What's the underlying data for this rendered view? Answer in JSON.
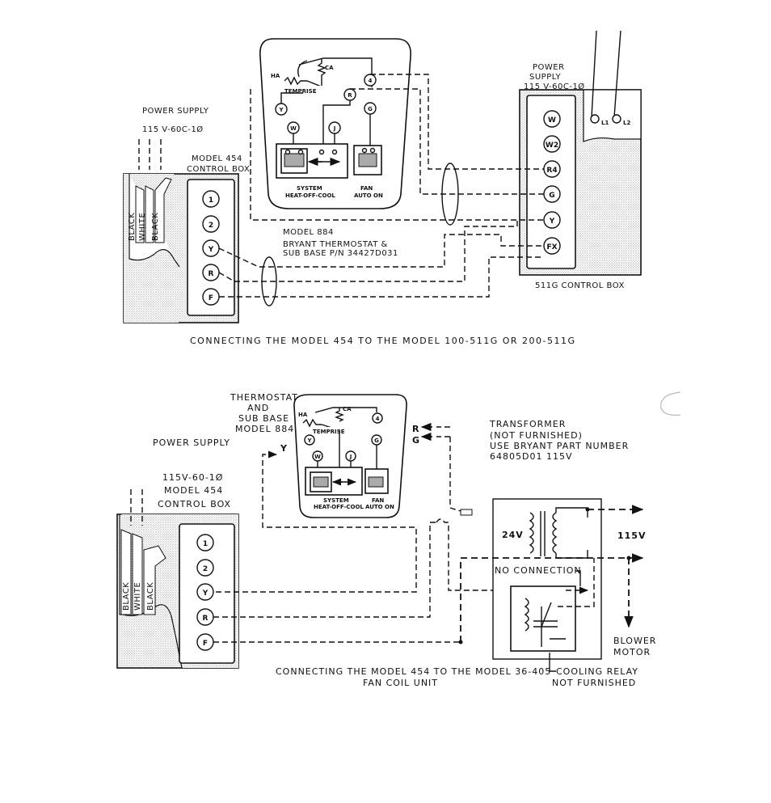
{
  "top": {
    "power_supply_left": "POWER SUPPLY",
    "power_supply_left_spec": "115 V-60C-1Ø",
    "model454": "MODEL 454",
    "control_box": "CONTROL BOX",
    "wire_black1": "BLACK",
    "wire_white": "WHITE",
    "wire_black2": "BLACK",
    "terminals_454": [
      "1",
      "2",
      "Y",
      "R",
      "F"
    ],
    "thermostat": {
      "ha": "HA",
      "ca": "CA",
      "temp_rise": "TEMPRISE",
      "system_label": "SYSTEM",
      "system_modes": "HEAT-OFF-COOL",
      "fan_label": "FAN",
      "fan_modes": "AUTO ON",
      "terminals": [
        "Y",
        "W",
        "J",
        "R",
        "G",
        "4"
      ]
    },
    "model884": "MODEL 884",
    "bryant_line1": "BRYANT  THERMOSTAT &",
    "bryant_line2": "SUB BASE P/N 34427D031",
    "power_supply_right": "POWER",
    "power_supply_right2": "SUPPLY",
    "power_supply_right_spec": "115 V-60C-1Ø",
    "l1": "L1",
    "l2": "L2",
    "terminals_511g": [
      "W",
      "W2",
      "R4",
      "G",
      "Y",
      "FX"
    ],
    "control_box_511g": "511G  CONTROL BOX",
    "caption": "CONNECTING  THE  MODEL  454  TO  THE  MODEL  100-511G  OR  200-511G"
  },
  "bottom": {
    "thermostat_line1": "THERMOSTAT",
    "thermostat_line2": "AND",
    "thermostat_line3": "SUB BASE",
    "thermostat_line4": "MODEL 884",
    "power_supply": "POWER SUPPLY",
    "y_label": "Y",
    "spec": "115V-60-1Ø",
    "model454": "MODEL 454",
    "control_box": "CONTROL BOX",
    "wire_black1": "BLACK",
    "wire_white": "WHITE",
    "wire_black2": "BLACK",
    "terminals_454": [
      "1",
      "2",
      "Y",
      "R",
      "F"
    ],
    "thermostat": {
      "ha": "HA",
      "ca": "CA",
      "temp_rise": "TEMPRISE",
      "system_label": "SYSTEM",
      "system_modes": "HEAT-OFF-COOL",
      "fan_label": "FAN",
      "fan_modes": "AUTO ON",
      "terminals": [
        "Y",
        "W",
        "J",
        "G",
        "4"
      ]
    },
    "r_label": "R",
    "g_label": "G",
    "transformer1": "TRANSFORMER",
    "transformer2": "(NOT FURNISHED)",
    "transformer3": "USE BRYANT PART NUMBER",
    "transformer4": "64805D01    115V",
    "v24": "24V",
    "v115": "115V",
    "no_connection": "NO CONNECTION",
    "blower1": "BLOWER",
    "blower2": "MOTOR",
    "caption1": "CONNECTING THE MODEL 454 TO THE MODEL 36-405",
    "caption2": "FAN COIL UNIT",
    "relay1": "COOLING RELAY",
    "relay2": "NOT FURNISHED"
  }
}
